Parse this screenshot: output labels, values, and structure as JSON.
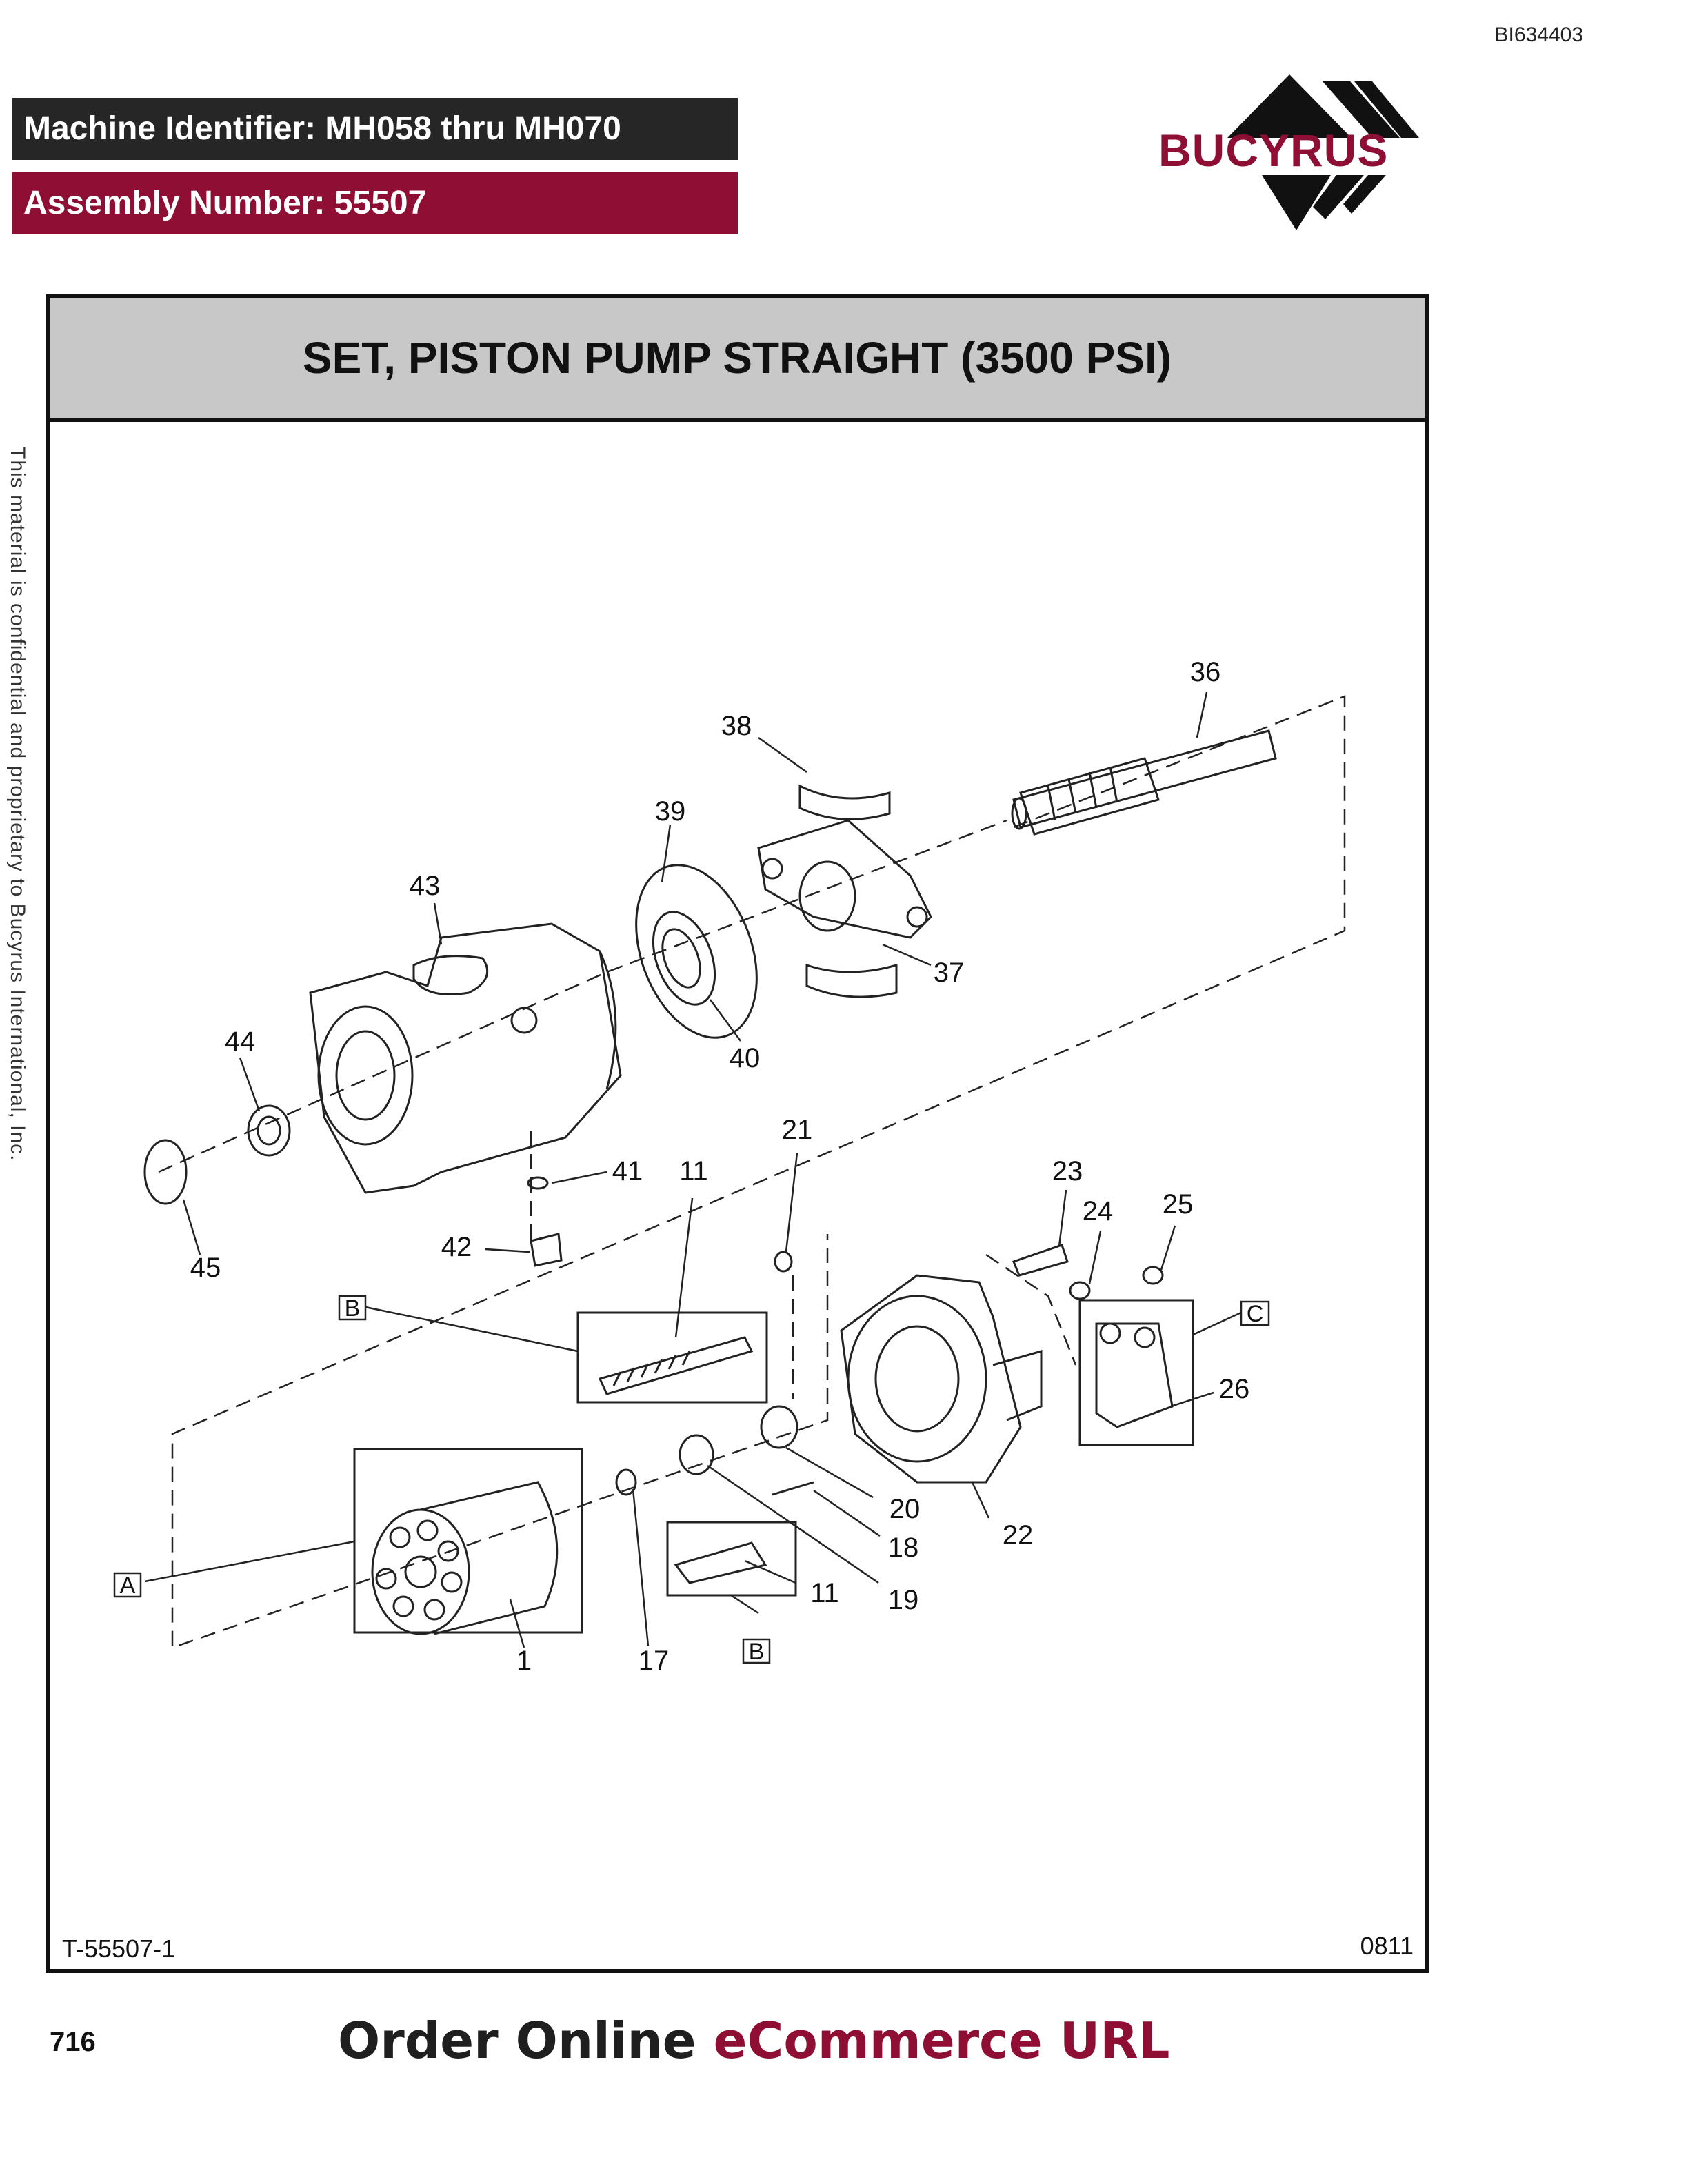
{
  "document_id": "BI634403",
  "header": {
    "machine_identifier": "Machine Identifier: MH058 thru MH070",
    "assembly_number": "Assembly Number: 55507"
  },
  "logo": {
    "text": "BUCYRUS",
    "color": "#8e0f33"
  },
  "title": "SET, PISTON PUMP STRAIGHT (3500 PSI)",
  "callouts": {
    "c36": "36",
    "c38": "38",
    "c39": "39",
    "c43": "43",
    "c37": "37",
    "c40": "40",
    "c44": "44",
    "c45": "45",
    "c21": "21",
    "c41": "41",
    "c11a": "11",
    "c23": "23",
    "c24": "24",
    "c25": "25",
    "c42": "42",
    "c26": "26",
    "c20": "20",
    "c18": "18",
    "c22": "22",
    "c11b": "11",
    "c19": "19",
    "c1": "1",
    "c17": "17"
  },
  "box_labels": {
    "a": "A",
    "b1": "B",
    "b2": "B",
    "c": "C"
  },
  "figure_number": "T-55507-1",
  "revision": "0811",
  "page_number": "716",
  "order_online": {
    "part1": "Order Online ",
    "part2": "eCommerce URL"
  },
  "side_note": "This material is confidential and proprietary to Bucyrus International, Inc.",
  "colors": {
    "brand": "#8e0f33",
    "dark_bar": "#262626",
    "title_band": "#c8c8c8"
  }
}
